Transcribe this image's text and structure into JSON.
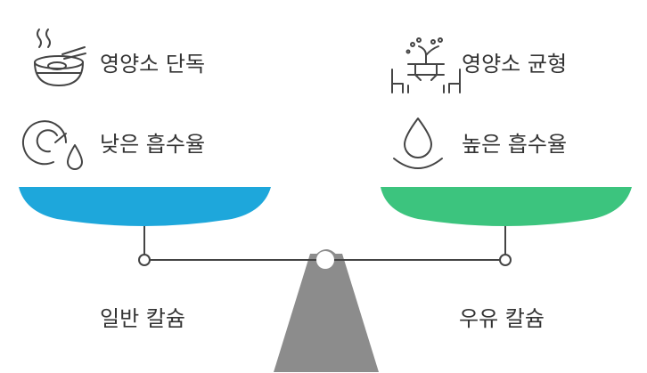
{
  "left": {
    "item1": "영양소 단독",
    "item2": "낮은 흡수율",
    "base_label": "일반 칼슘",
    "pan_color": "#1ea7db",
    "icons": [
      "food-bowl-icon",
      "gauge-drop-icon"
    ]
  },
  "right": {
    "item1": "영양소 균형",
    "item2": "높은 흡수율",
    "base_label": "우유 칼슘",
    "pan_color": "#3cc47e",
    "icons": [
      "table-tree-icon",
      "water-drop-icon"
    ]
  },
  "colors": {
    "line": "#444444",
    "stand": "#8c8c8c",
    "icon": "#444444"
  }
}
